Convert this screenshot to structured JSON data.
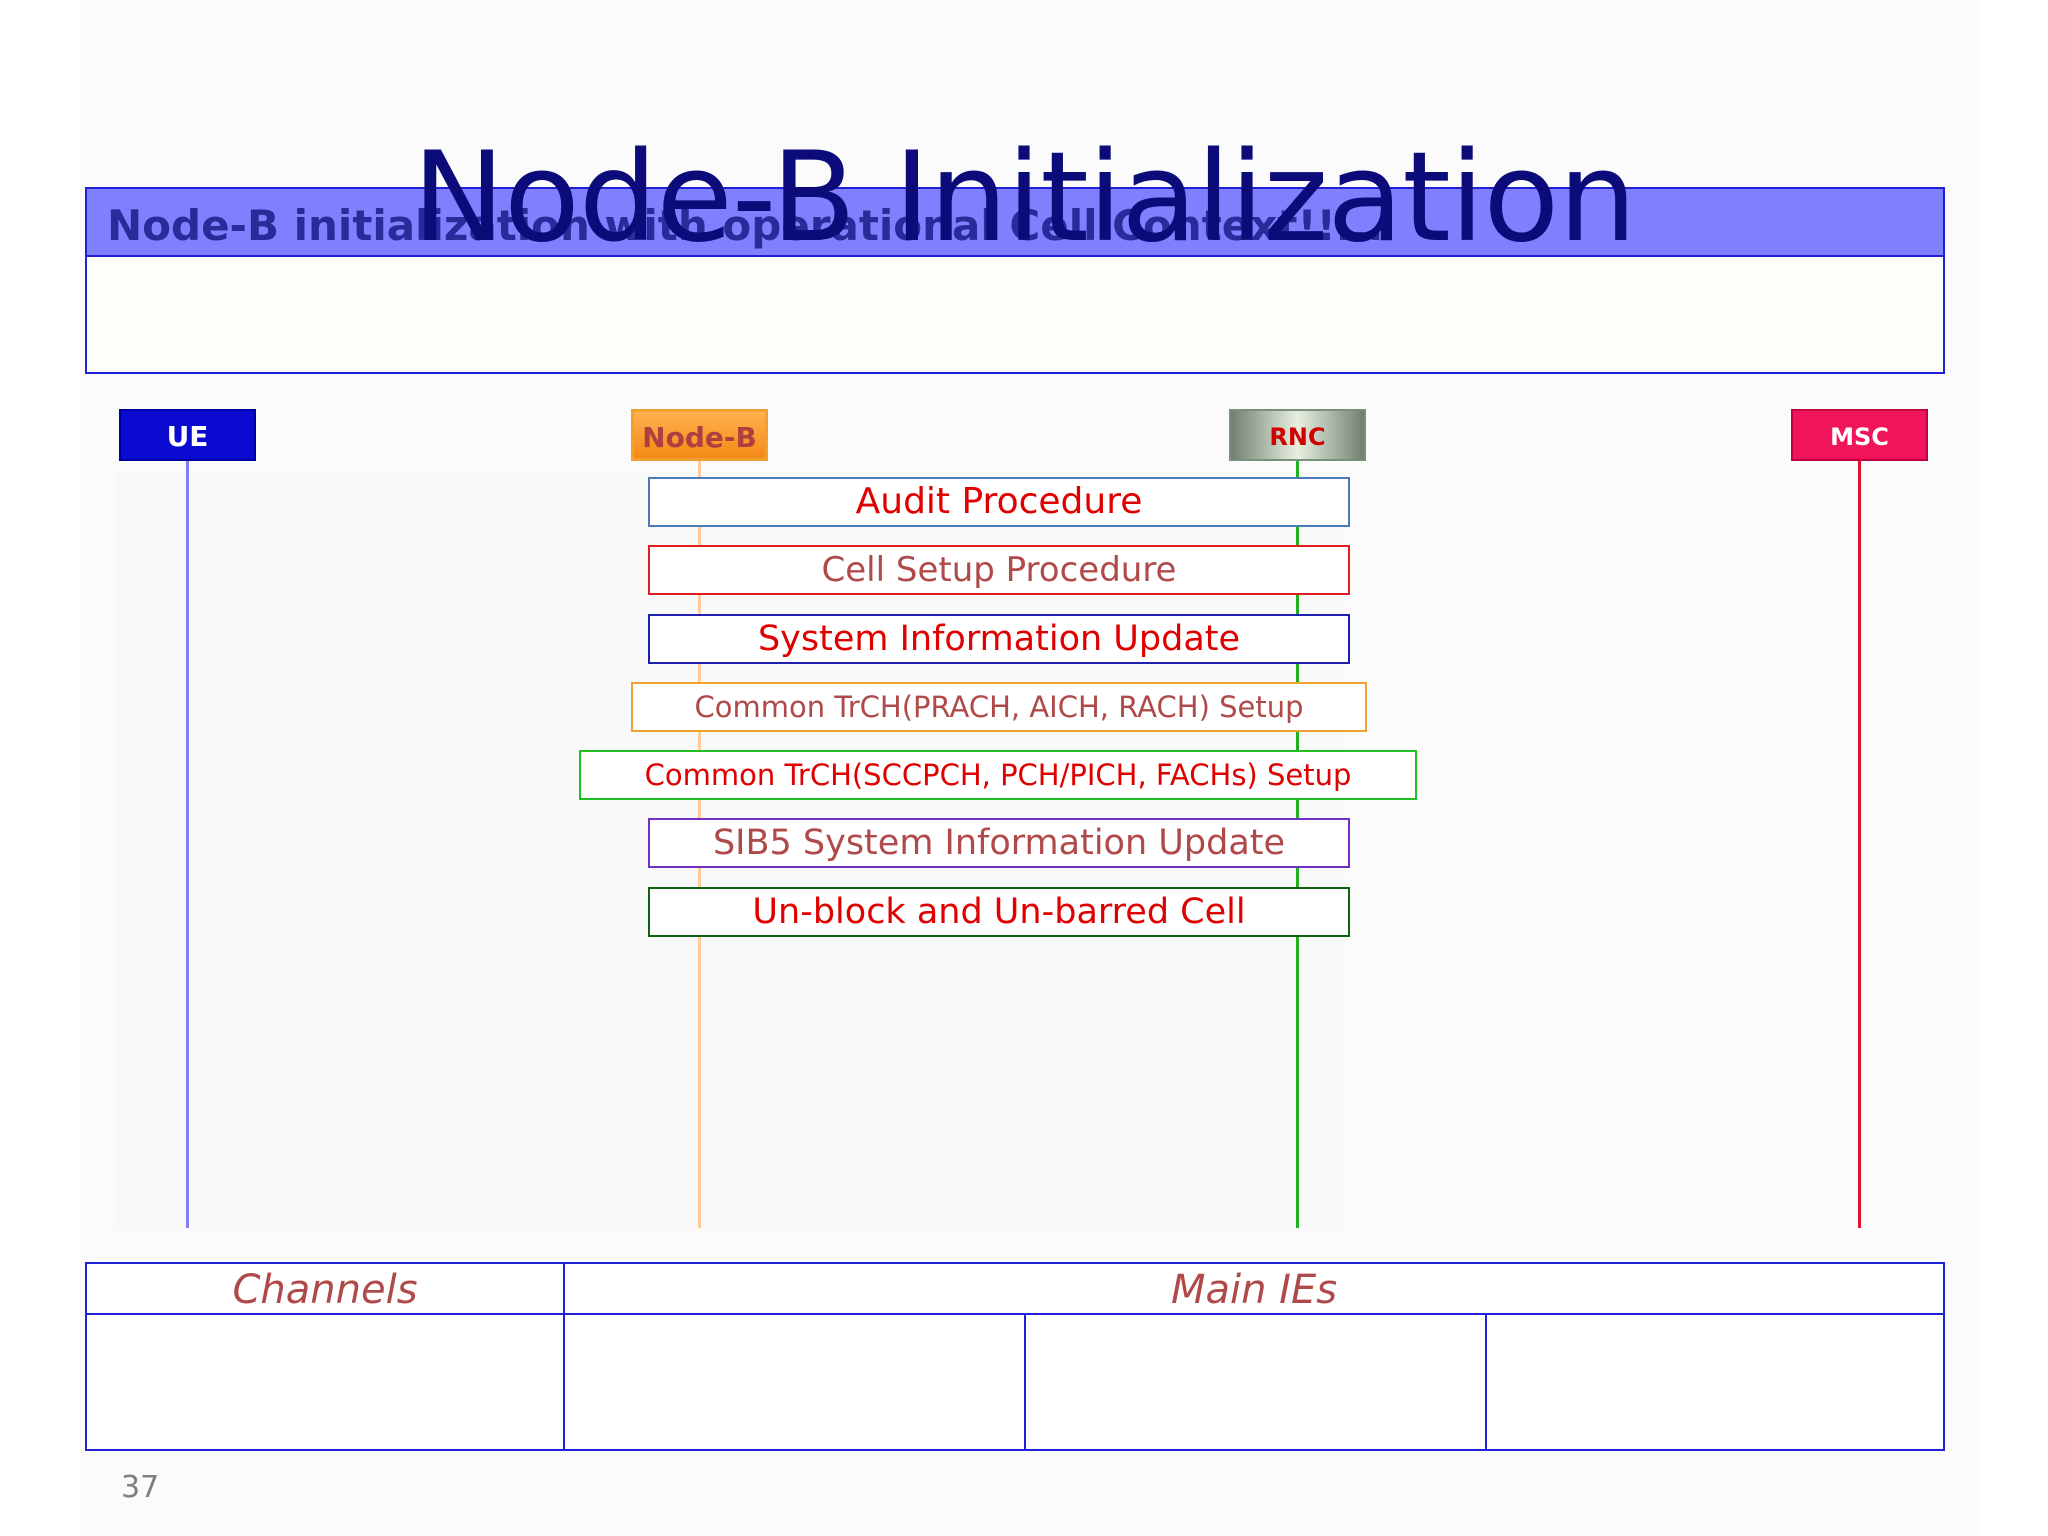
{
  "slide": {
    "title": "Node-B Initialization",
    "page_number": "37"
  },
  "info_box": {
    "header": "Node-B initialization with operational Cell Context!!..."
  },
  "entities": {
    "ue": "UE",
    "nodeb": "Node-B",
    "rnc": "RNC",
    "msc": "MSC"
  },
  "procedures": [
    {
      "label": "Audit Procedure",
      "border_color": "#4a7ab8",
      "text_color": "#e00000"
    },
    {
      "label": "Cell Setup Procedure",
      "border_color": "#e02020",
      "text_color": "#b04a4a"
    },
    {
      "label": "System Information Update",
      "border_color": "#2020b0",
      "text_color": "#e00000"
    },
    {
      "label": "Common TrCH(PRACH, AICH, RACH) Setup",
      "border_color": "#f0a030",
      "text_color": "#b04a4a"
    },
    {
      "label": "Common TrCH(SCCPCH, PCH/PICH, FACHs) Setup",
      "border_color": "#20c020",
      "text_color": "#e00000"
    },
    {
      "label": "SIB5 System Information Update",
      "border_color": "#7030c0",
      "text_color": "#b04a4a"
    },
    {
      "label": "Un-block and Un-barred Cell",
      "border_color": "#106010",
      "text_color": "#e00000"
    }
  ],
  "bottom_table": {
    "channels_header": "Channels",
    "main_ies_header": "Main IEs"
  }
}
